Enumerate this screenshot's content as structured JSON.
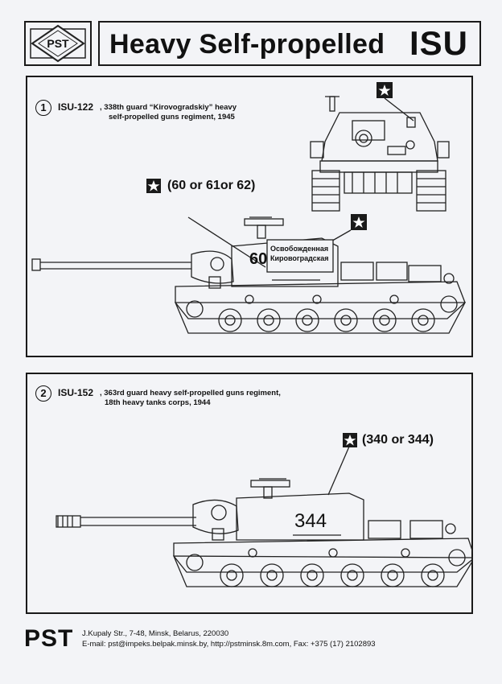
{
  "header": {
    "logo_text": "PST",
    "title": "Heavy Self-propelled",
    "model": "ISU"
  },
  "panel1": {
    "number": "1",
    "model": "ISU-122",
    "caption_line1": ", 338th guard “Kirovogradskiy” heavy",
    "caption_line2": "self-propelled guns regiment, 1945",
    "callout": "(60 or 61or 62)",
    "hull_number": "60",
    "slogan_line1": "Освобожденная",
    "slogan_line2": "Кировоградская"
  },
  "panel2": {
    "number": "2",
    "model": "ISU-152",
    "caption_line1": ", 363rd guard heavy self-propelled guns regiment,",
    "caption_line2": "18th heavy tanks corps, 1944",
    "callout": "(340 or 344)",
    "hull_number": "344"
  },
  "footer": {
    "brand": "PST",
    "address": "J.Kupaly Str., 7-48, Minsk, Belarus, 220030",
    "contact": "E-mail: pst@impeks.belpak.minsk.by, http://pstminsk.8m.com,    Fax: +375 (17) 2102893"
  },
  "colors": {
    "ink": "#111111",
    "paper": "#f3f4f7"
  },
  "icons": [
    "pst-logo-icon",
    "red-star-icon"
  ]
}
